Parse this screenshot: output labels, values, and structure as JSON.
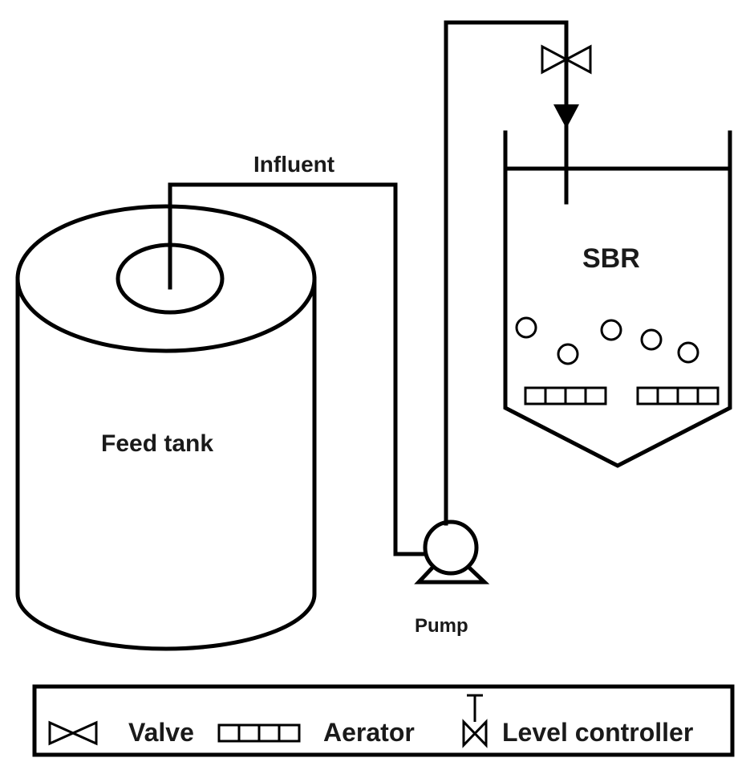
{
  "labels": {
    "influent": "Influent",
    "feed_tank": "Feed tank",
    "sbr": "SBR",
    "pump": "Pump"
  },
  "legend": {
    "valve": "Valve",
    "aerator": "Aerator",
    "level_controller": "Level controller"
  }
}
